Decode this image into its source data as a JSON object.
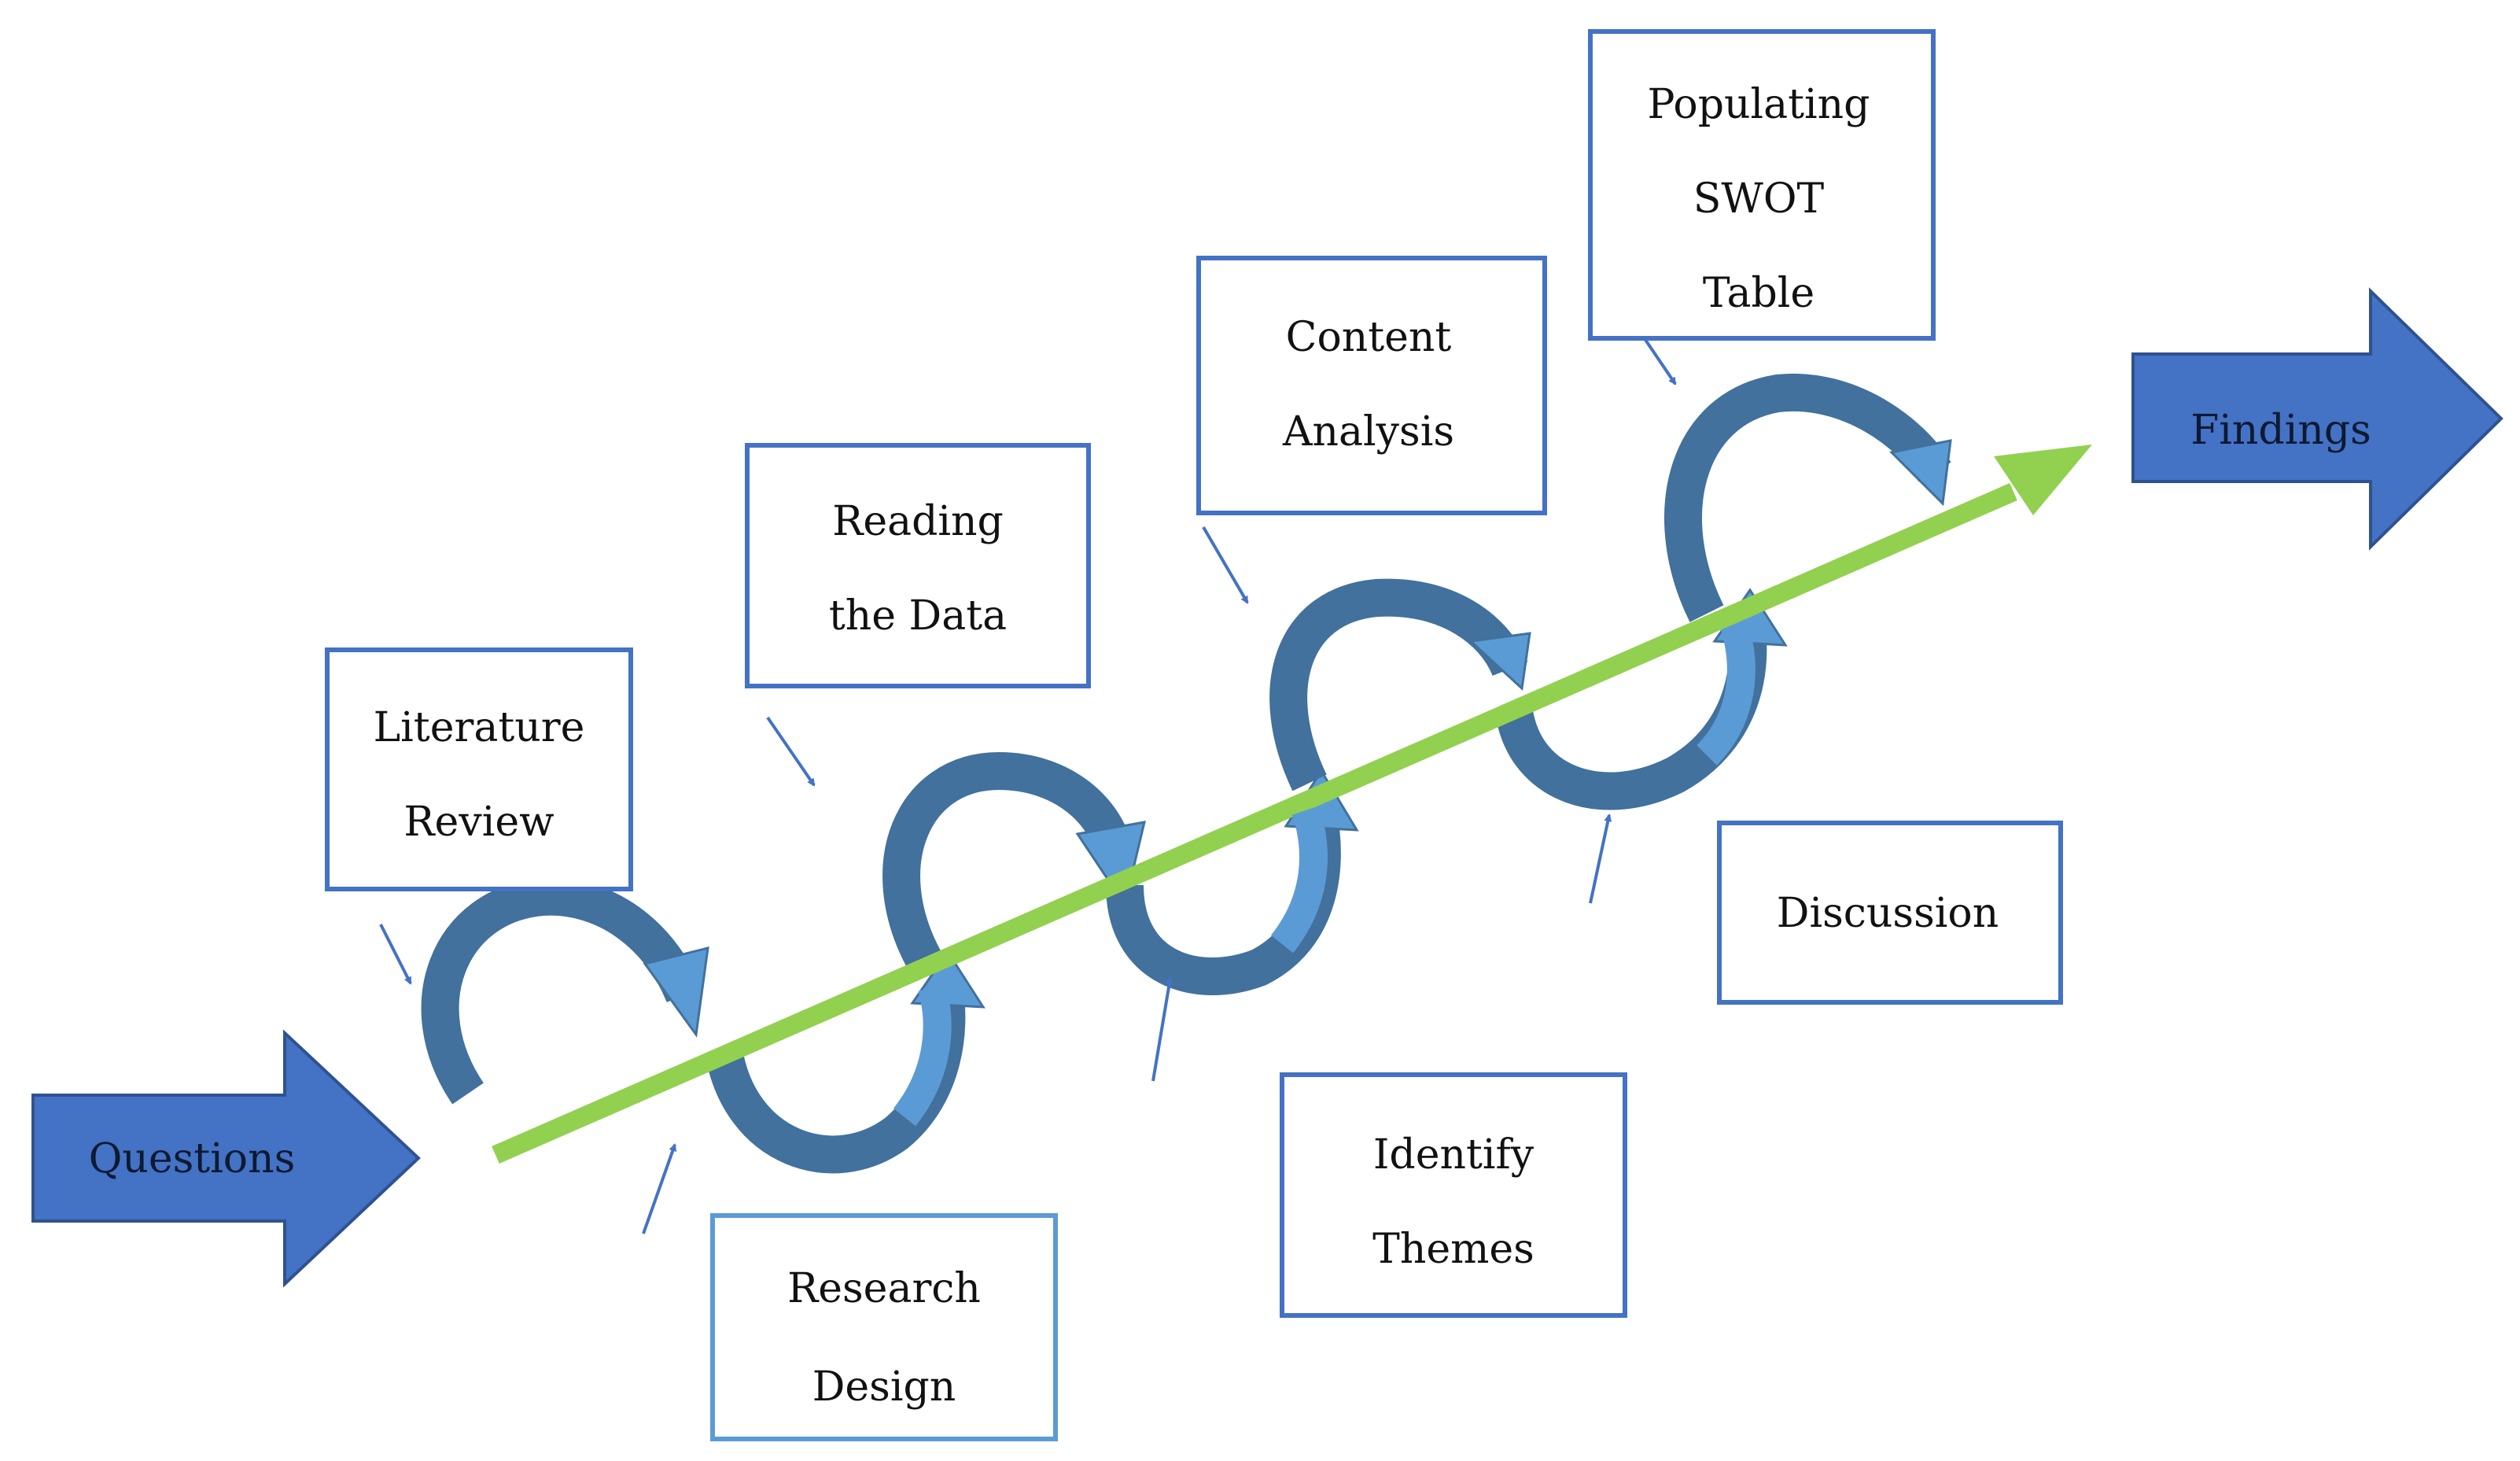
{
  "colors": {
    "big_arrow_fill": "#4472C4",
    "big_arrow_stroke": "#2F528F",
    "box_border": "#4472C4",
    "box_border_light": "#5B9BD5",
    "spiral_light": "#5B9BD5",
    "spiral_dark": "#41719C",
    "green_axis": "#92D050",
    "pointer": "#4472C4"
  },
  "start": {
    "label": "Questions"
  },
  "end": {
    "label": "Findings"
  },
  "steps": {
    "literature_review": {
      "line1": "Literature",
      "line2": "Review"
    },
    "research_design": {
      "line1": "Research",
      "line2": "Design"
    },
    "reading_the_data": {
      "line1": "Reading",
      "line2": "the Data"
    },
    "identify_themes": {
      "line1": "Identify",
      "line2": "Themes"
    },
    "content_analysis": {
      "line1": "Content",
      "line2": "Analysis"
    },
    "discussion": {
      "line1": "Discussion"
    },
    "populating_swot_table": {
      "line1": "Populating",
      "line2": "SWOT",
      "line3": "Table"
    }
  }
}
